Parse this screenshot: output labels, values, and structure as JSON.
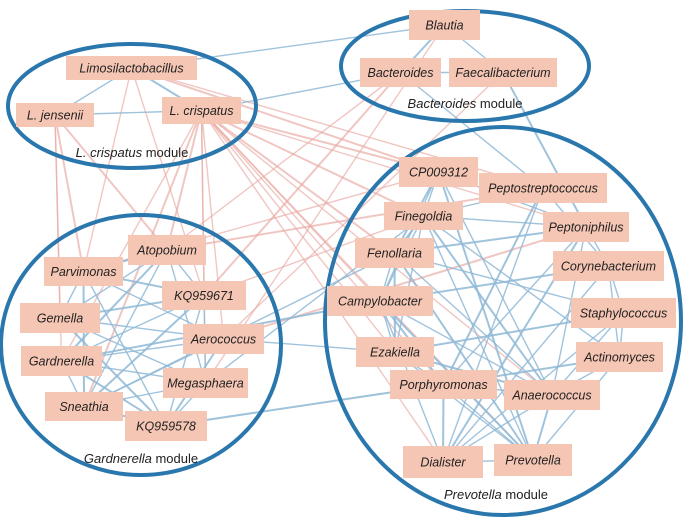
{
  "colors": {
    "module_ring": "#2a77ad",
    "node_fill": "#f6c6b4",
    "positive_edge": "#8fb8d6",
    "negative_edge": "#e8a8a2",
    "text": "#222222"
  },
  "modules": [
    {
      "id": "lcrispatus",
      "name_italic": "L. crispatus",
      "name_rest": " module"
    },
    {
      "id": "bacteroides",
      "name_italic": "Bacteroides",
      "name_rest": " module"
    },
    {
      "id": "gardnerella",
      "name_italic": "Gardnerella",
      "name_rest": " module"
    },
    {
      "id": "prevotella",
      "name_italic": "Prevotella",
      "name_rest": " module"
    }
  ],
  "nodes": {
    "limosilactobacillus": "Limosilactobacillus",
    "l_jensenii": "L. jensenii",
    "l_crispatus": "L. crispatus",
    "blautia": "Blautia",
    "bacteroides": "Bacteroides",
    "faecalibacterium": "Faecalibacterium",
    "atopobium": "Atopobium",
    "parvimonas": "Parvimonas",
    "kq959671": "KQ959671",
    "gemella": "Gemella",
    "aerococcus": "Aerococcus",
    "gardnerella": "Gardnerella",
    "megasphaera": "Megasphaera",
    "sneathia": "Sneathia",
    "kq959578": "KQ959578",
    "cp009312": "CP009312",
    "peptostreptococcus": "Peptostreptococcus",
    "finegoldia": "Finegoldia",
    "peptoniphilus": "Peptoniphilus",
    "fenollaria": "Fenollaria",
    "corynebacterium": "Corynebacterium",
    "campylobacter": "Campylobacter",
    "staphylococcus": "Staphylococcus",
    "ezakiella": "Ezakiella",
    "actinomyces": "Actinomyces",
    "porphyromonas": "Porphyromonas",
    "anaerococcus": "Anaerococcus",
    "dialister": "Dialister",
    "prevotella": "Prevotella"
  },
  "edges": {
    "positive": [
      [
        "limosilactobacillus",
        "l_crispatus"
      ],
      [
        "limosilactobacillus",
        "l_jensenii"
      ],
      [
        "l_jensenii",
        "l_crispatus"
      ],
      [
        "blautia",
        "bacteroides"
      ],
      [
        "blautia",
        "faecalibacterium"
      ],
      [
        "bacteroides",
        "faecalibacterium"
      ],
      [
        "atopobium",
        "parvimonas"
      ],
      [
        "atopobium",
        "kq959671"
      ],
      [
        "atopobium",
        "gemella"
      ],
      [
        "atopobium",
        "gardnerella"
      ],
      [
        "atopobium",
        "sneathia"
      ],
      [
        "atopobium",
        "megasphaera"
      ],
      [
        "parvimonas",
        "kq959671"
      ],
      [
        "parvimonas",
        "gemella"
      ],
      [
        "parvimonas",
        "aerococcus"
      ],
      [
        "parvimonas",
        "sneathia"
      ],
      [
        "parvimonas",
        "kq959578"
      ],
      [
        "kq959671",
        "gardnerella"
      ],
      [
        "kq959671",
        "sneathia"
      ],
      [
        "kq959671",
        "megasphaera"
      ],
      [
        "kq959671",
        "kq959578"
      ],
      [
        "kq959671",
        "gemella"
      ],
      [
        "gemella",
        "aerococcus"
      ],
      [
        "gemella",
        "megasphaera"
      ],
      [
        "gemella",
        "kq959578"
      ],
      [
        "aerococcus",
        "gardnerella"
      ],
      [
        "aerococcus",
        "sneathia"
      ],
      [
        "aerococcus",
        "kq959578"
      ],
      [
        "gardnerella",
        "megasphaera"
      ],
      [
        "gardnerella",
        "sneathia"
      ],
      [
        "gardnerella",
        "kq959578"
      ],
      [
        "megasphaera",
        "sneathia"
      ],
      [
        "megasphaera",
        "kq959578"
      ],
      [
        "sneathia",
        "kq959578"
      ],
      [
        "cp009312",
        "finegoldia"
      ],
      [
        "cp009312",
        "peptoniphilus"
      ],
      [
        "cp009312",
        "fenollaria"
      ],
      [
        "cp009312",
        "campylobacter"
      ],
      [
        "cp009312",
        "anaerococcus"
      ],
      [
        "cp009312",
        "prevotella"
      ],
      [
        "peptostreptococcus",
        "finegoldia"
      ],
      [
        "peptostreptococcus",
        "corynebacterium"
      ],
      [
        "peptostreptococcus",
        "porphyromonas"
      ],
      [
        "peptostreptococcus",
        "dialister"
      ],
      [
        "finegoldia",
        "peptoniphilus"
      ],
      [
        "finegoldia",
        "fenollaria"
      ],
      [
        "finegoldia",
        "campylobacter"
      ],
      [
        "finegoldia",
        "ezakiella"
      ],
      [
        "finegoldia",
        "anaerococcus"
      ],
      [
        "finegoldia",
        "prevotella"
      ],
      [
        "finegoldia",
        "actinomyces"
      ],
      [
        "peptoniphilus",
        "fenollaria"
      ],
      [
        "peptoniphilus",
        "corynebacterium"
      ],
      [
        "peptoniphilus",
        "anaerococcus"
      ],
      [
        "peptoniphilus",
        "dialister"
      ],
      [
        "peptoniphilus",
        "porphyromonas"
      ],
      [
        "fenollaria",
        "campylobacter"
      ],
      [
        "fenollaria",
        "ezakiella"
      ],
      [
        "fenollaria",
        "staphylococcus"
      ],
      [
        "fenollaria",
        "anaerococcus"
      ],
      [
        "fenollaria",
        "prevotella"
      ],
      [
        "corynebacterium",
        "staphylococcus"
      ],
      [
        "corynebacterium",
        "actinomyces"
      ],
      [
        "corynebacterium",
        "campylobacter"
      ],
      [
        "corynebacterium",
        "dialister"
      ],
      [
        "campylobacter",
        "ezakiella"
      ],
      [
        "campylobacter",
        "porphyromonas"
      ],
      [
        "campylobacter",
        "anaerococcus"
      ],
      [
        "campylobacter",
        "dialister"
      ],
      [
        "campylobacter",
        "prevotella"
      ],
      [
        "staphylococcus",
        "actinomyces"
      ],
      [
        "staphylococcus",
        "anaerococcus"
      ],
      [
        "staphylococcus",
        "ezakiella"
      ],
      [
        "staphylococcus",
        "dialister"
      ],
      [
        "ezakiella",
        "porphyromonas"
      ],
      [
        "ezakiella",
        "anaerococcus"
      ],
      [
        "ezakiella",
        "prevotella"
      ],
      [
        "actinomyces",
        "anaerococcus"
      ],
      [
        "actinomyces",
        "porphyromonas"
      ],
      [
        "actinomyces",
        "prevotella"
      ],
      [
        "porphyromonas",
        "anaerococcus"
      ],
      [
        "porphyromonas",
        "dialister"
      ],
      [
        "porphyromonas",
        "prevotella"
      ],
      [
        "anaerococcus",
        "dialister"
      ],
      [
        "anaerococcus",
        "prevotella"
      ],
      [
        "dialister",
        "prevotella"
      ],
      [
        "bacteroides",
        "peptostreptococcus"
      ],
      [
        "faecalibacterium",
        "peptoniphilus"
      ],
      [
        "l_crispatus",
        "bacteroides"
      ],
      [
        "limosilactobacillus",
        "blautia"
      ],
      [
        "gardnerella",
        "campylobacter"
      ],
      [
        "sneathia",
        "fenollaria"
      ],
      [
        "megasphaera",
        "finegoldia"
      ],
      [
        "kq959578",
        "porphyromonas"
      ],
      [
        "aerococcus",
        "ezakiella"
      ]
    ],
    "negative": [
      [
        "l_crispatus",
        "atopobium"
      ],
      [
        "l_crispatus",
        "gardnerella"
      ],
      [
        "l_crispatus",
        "megasphaera"
      ],
      [
        "l_crispatus",
        "sneathia"
      ],
      [
        "l_crispatus",
        "kq959671"
      ],
      [
        "l_crispatus",
        "aerococcus"
      ],
      [
        "l_crispatus",
        "finegoldia"
      ],
      [
        "l_crispatus",
        "campylobacter"
      ],
      [
        "l_crispatus",
        "prevotella"
      ],
      [
        "l_crispatus",
        "fenollaria"
      ],
      [
        "l_crispatus",
        "anaerococcus"
      ],
      [
        "l_crispatus",
        "porphyromonas"
      ],
      [
        "l_jensenii",
        "parvimonas"
      ],
      [
        "l_jensenii",
        "gemella"
      ],
      [
        "l_jensenii",
        "gardnerella"
      ],
      [
        "l_jensenii",
        "atopobium"
      ],
      [
        "limosilactobacillus",
        "kq959671"
      ],
      [
        "limosilactobacillus",
        "parvimonas"
      ],
      [
        "limosilactobacillus",
        "cp009312"
      ],
      [
        "limosilactobacillus",
        "peptostreptococcus"
      ],
      [
        "bacteroides",
        "atopobium"
      ],
      [
        "bacteroides",
        "kq959671"
      ],
      [
        "faecalibacterium",
        "aerococcus"
      ],
      [
        "blautia",
        "megasphaera"
      ],
      [
        "atopobium",
        "peptostreptococcus"
      ],
      [
        "parvimonas",
        "cp009312"
      ],
      [
        "kq959671",
        "finegoldia"
      ],
      [
        "aerococcus",
        "peptoniphilus"
      ],
      [
        "l_crispatus",
        "ezakiella"
      ],
      [
        "l_crispatus",
        "dialister"
      ],
      [
        "l_crispatus",
        "cp009312"
      ],
      [
        "l_crispatus",
        "peptoniphilus"
      ]
    ]
  }
}
